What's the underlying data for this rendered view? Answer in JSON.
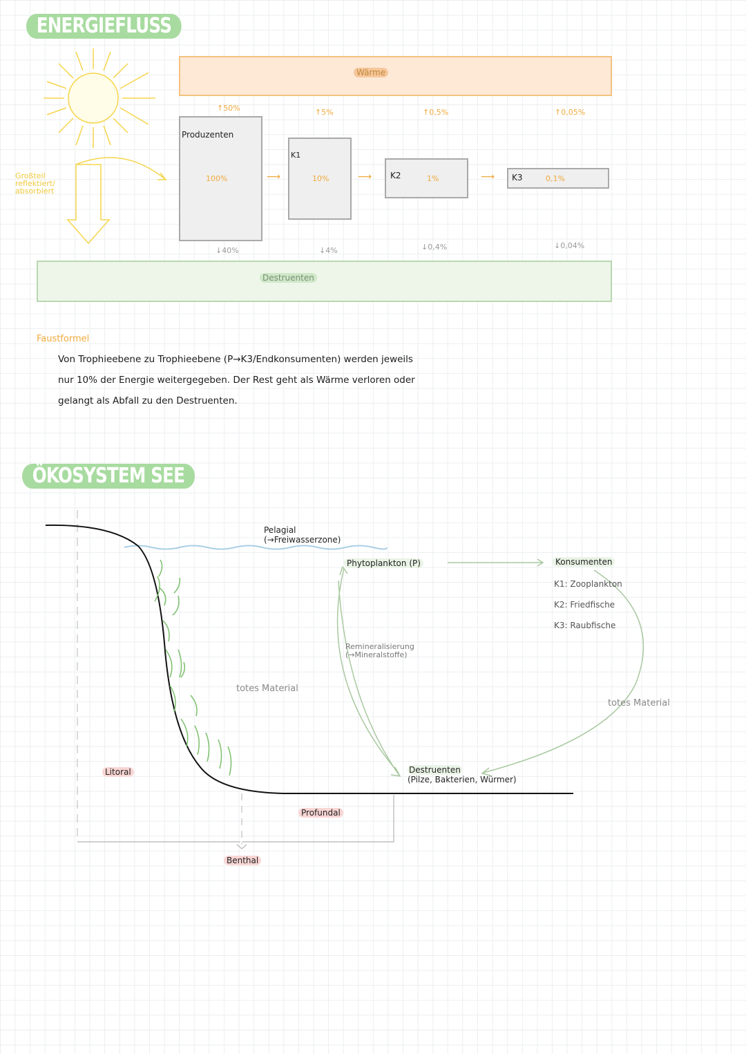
{
  "energy": {
    "title": "ENERGIEFLUSS",
    "reflected_label": "Großteil reflektiert/ absorbiert",
    "heat_label": "Wärme",
    "destruents_label": "Destruenten",
    "producers": {
      "label": "Produzenten",
      "value": "100%",
      "up": "50%",
      "down": "40%"
    },
    "k1": {
      "label": "K1",
      "value": "10%",
      "up": "5%",
      "down": "4%"
    },
    "k2": {
      "label": "K2",
      "value": "1%",
      "up": "0,5%",
      "down": "0,4%"
    },
    "k3": {
      "label": "K3",
      "value": "0,1%",
      "up": "0,05%",
      "down": "0,04%"
    },
    "rule_heading": "Faustformel",
    "rule_line1": "Von Trophieebene zu Trophieebene (P→K3/Endkonsumenten) werden jeweils",
    "rule_line2": "nur 10% der Energie weitergegeben. Der Rest geht als Wärme verloren oder",
    "rule_line3": "gelangt als Abfall zu den Destruenten."
  },
  "lake": {
    "title": "ÖKOSYSTEM SEE",
    "pelagial": "Pelagial",
    "pelagial_sub": "(→Freiwasserzone)",
    "phytoplankton": "Phytoplankton (P)",
    "consumers": "Konsumenten",
    "k1": "K1: Zooplankton",
    "k2": "K2: Friedfische",
    "k3": "K3: Raubfische",
    "remineralization": "Remineralisierung",
    "remineralization_sub": "(→Mineralstoffe)",
    "dead_material_left": "totes Material",
    "dead_material_right": "totes Material",
    "litoral": "Litoral",
    "destruents": "Destruenten",
    "destruents_sub": "(Pilze, Bakterien, Würmer)",
    "profundal": "Profundal",
    "benthal": "Benthal"
  },
  "colors": {
    "green": "#a8dba0",
    "orange": "#f0a93c",
    "sun": "#f5d54a"
  }
}
